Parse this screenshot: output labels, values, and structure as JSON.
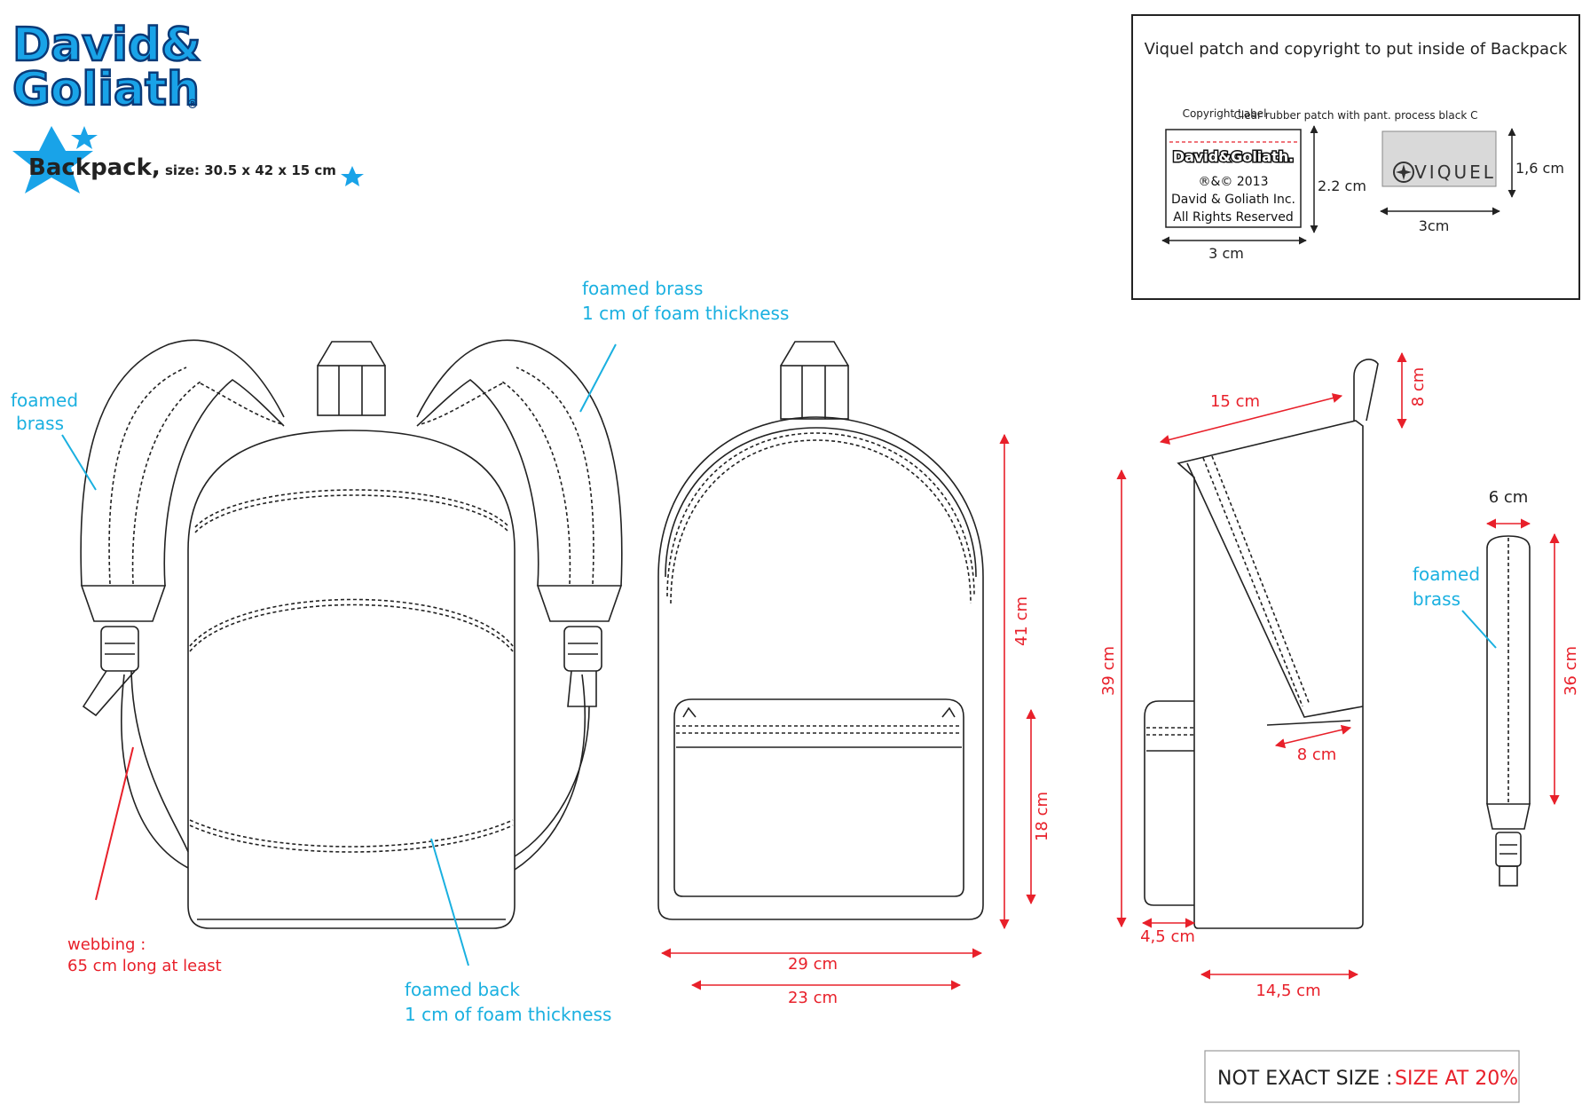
{
  "brand": {
    "line1": "David&",
    "line2": "Goliath",
    "reg": "®"
  },
  "product": {
    "name": "Backpack,",
    "size": "size: 30.5 x 42 x 15 cm"
  },
  "patch_box": {
    "title": "Viquel patch and copyright to put inside of Backpack",
    "copyright_caption": "Copyright Label",
    "label_brand": "David&Goliath.",
    "label_line1": "®&© 2013",
    "label_line2": "David & Goliath Inc.",
    "label_line3": "All Rights Reserved",
    "label_height": "2.2 cm",
    "label_width": "3 cm",
    "rubber_caption": "Clear rubber patch with pant. process black C",
    "viquel_text": "VIQUEL",
    "rubber_height": "1,6 cm",
    "rubber_width": "3cm"
  },
  "callouts": {
    "foamed_brass_left_1": "foamed",
    "foamed_brass_left_2": "brass",
    "foamed_brass_top_1": "foamed brass",
    "foamed_brass_top_2": "1 cm of foam thickness",
    "webbing_1": "webbing :",
    "webbing_2": "65 cm long at least",
    "foamed_back_1": "foamed back",
    "foamed_back_2": "1 cm of foam thickness",
    "foamed_brass_side_1": "foamed",
    "foamed_brass_side_2": "brass"
  },
  "dimensions": {
    "front_height": "41 cm",
    "pocket_height": "18 cm",
    "front_width": "29 cm",
    "pocket_width": "23 cm",
    "side_top": "15 cm",
    "handle": "8 cm",
    "side_height": "39 cm",
    "side_inner": "8 cm",
    "side_pocket": "4,5 cm",
    "side_bottom": "14,5 cm",
    "strap_width": "6 cm",
    "strap_length": "36 cm"
  },
  "footer": {
    "note_prefix": "NOT EXACT SIZE :",
    "note_scale": "SIZE AT 20%"
  },
  "colors": {
    "callout": "#1ab0e0",
    "dimension": "#e8202a",
    "line": "#222222",
    "logo_fill": "#19a3e8"
  }
}
